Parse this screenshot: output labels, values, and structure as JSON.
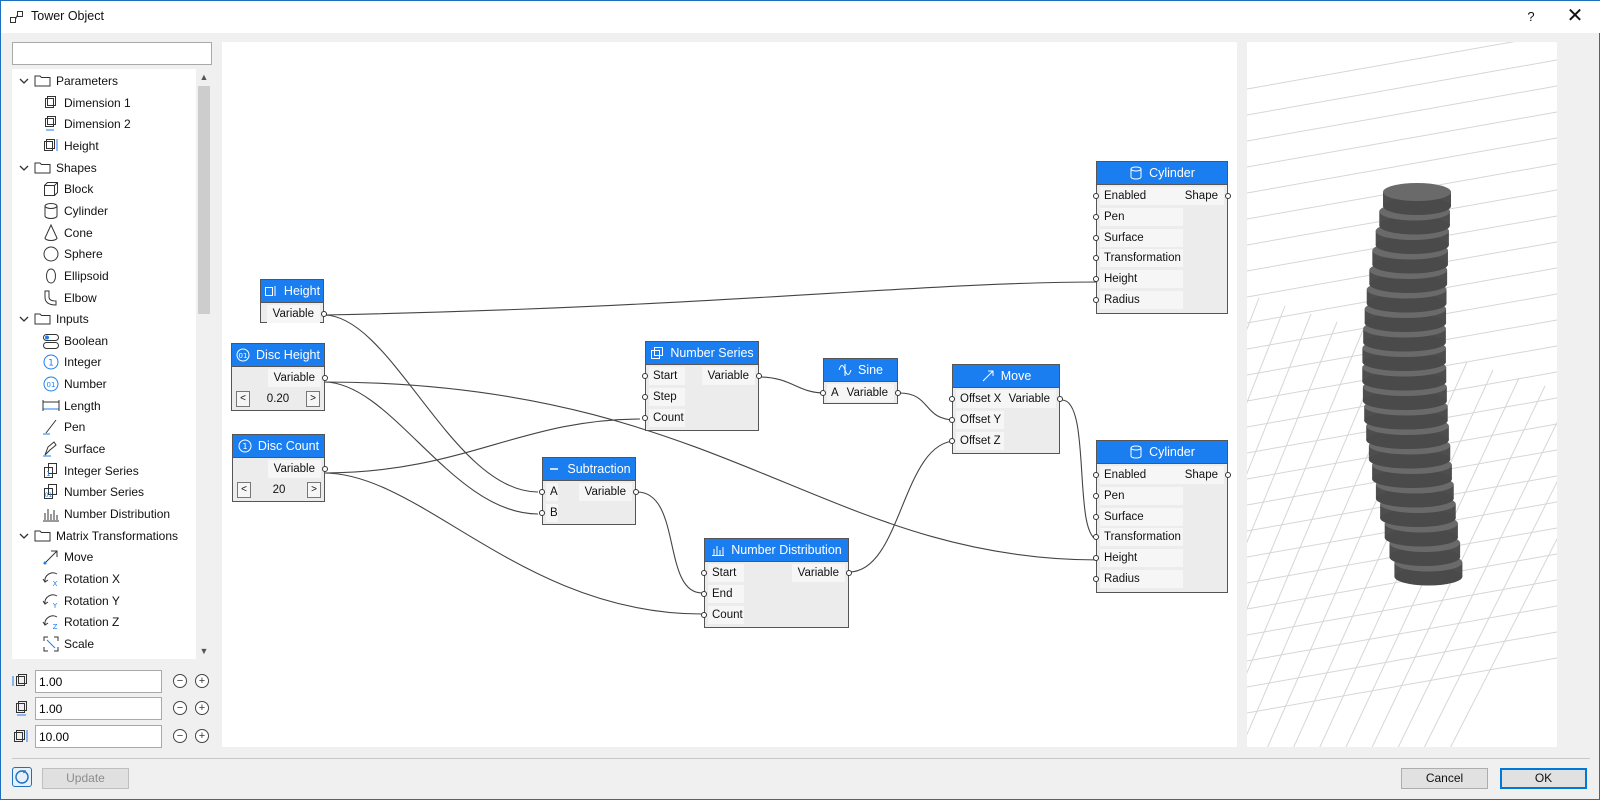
{
  "window": {
    "title": "Tower Object",
    "help_label": "?",
    "close_label": "✕"
  },
  "search": {
    "value": "",
    "placeholder": ""
  },
  "tree": [
    {
      "label": "Parameters",
      "type": "group",
      "icon": "folder-icon"
    },
    {
      "label": "Dimension 1",
      "type": "item",
      "icon": "dimension-1-icon"
    },
    {
      "label": "Dimension 2",
      "type": "item",
      "icon": "dimension-2-icon"
    },
    {
      "label": "Height",
      "type": "item",
      "icon": "height-icon"
    },
    {
      "label": "Shapes",
      "type": "group",
      "icon": "folder-icon"
    },
    {
      "label": "Block",
      "type": "item",
      "icon": "block-icon"
    },
    {
      "label": "Cylinder",
      "type": "item",
      "icon": "cylinder-icon"
    },
    {
      "label": "Cone",
      "type": "item",
      "icon": "cone-icon"
    },
    {
      "label": "Sphere",
      "type": "item",
      "icon": "sphere-icon"
    },
    {
      "label": "Ellipsoid",
      "type": "item",
      "icon": "ellipsoid-icon"
    },
    {
      "label": "Elbow",
      "type": "item",
      "icon": "elbow-icon"
    },
    {
      "label": "Inputs",
      "type": "group",
      "icon": "folder-icon"
    },
    {
      "label": "Boolean",
      "type": "item",
      "icon": "boolean-icon"
    },
    {
      "label": "Integer",
      "type": "item",
      "icon": "integer-icon"
    },
    {
      "label": "Number",
      "type": "item",
      "icon": "number-icon"
    },
    {
      "label": "Length",
      "type": "item",
      "icon": "length-icon"
    },
    {
      "label": "Pen",
      "type": "item",
      "icon": "pen-icon"
    },
    {
      "label": "Surface",
      "type": "item",
      "icon": "surface-icon"
    },
    {
      "label": "Integer Series",
      "type": "item",
      "icon": "integer-series-icon"
    },
    {
      "label": "Number Series",
      "type": "item",
      "icon": "number-series-icon"
    },
    {
      "label": "Number Distribution",
      "type": "item",
      "icon": "number-distribution-icon"
    },
    {
      "label": "Matrix Transformations",
      "type": "group",
      "icon": "folder-icon"
    },
    {
      "label": "Move",
      "type": "item",
      "icon": "move-icon"
    },
    {
      "label": "Rotation X",
      "type": "item",
      "icon": "rotation-x-icon"
    },
    {
      "label": "Rotation Y",
      "type": "item",
      "icon": "rotation-y-icon"
    },
    {
      "label": "Rotation Z",
      "type": "item",
      "icon": "rotation-z-icon"
    },
    {
      "label": "Scale",
      "type": "item",
      "icon": "scale-icon"
    }
  ],
  "params": [
    {
      "value": "1.00",
      "icon": "dimension-1-icon"
    },
    {
      "value": "1.00",
      "icon": "dimension-2-icon"
    },
    {
      "value": "10.00",
      "icon": "height-icon"
    }
  ],
  "nodes": {
    "height": {
      "title": "Height",
      "out": "Variable"
    },
    "disc_height": {
      "title": "Disc Height",
      "out": "Variable",
      "value": "0.20",
      "dec": "<",
      "inc": ">"
    },
    "disc_count": {
      "title": "Disc Count",
      "out": "Variable",
      "value": "20",
      "dec": "<",
      "inc": ">"
    },
    "subtraction": {
      "title": "Subtraction",
      "in": [
        "A",
        "B"
      ],
      "out": "Variable"
    },
    "number_series": {
      "title": "Number Series",
      "in": [
        "Start",
        "Step",
        "Count"
      ],
      "out": "Variable"
    },
    "sine": {
      "title": "Sine",
      "in": [
        "A"
      ],
      "out": "Variable"
    },
    "number_distribution": {
      "title": "Number Distribution",
      "in": [
        "Start",
        "End",
        "Count"
      ],
      "out": "Variable"
    },
    "move": {
      "title": "Move",
      "in": [
        "Offset X",
        "Offset Y",
        "Offset Z"
      ],
      "out": "Variable"
    },
    "cylinder_top": {
      "title": "Cylinder",
      "in": [
        "Enabled",
        "Pen",
        "Surface",
        "Transformation",
        "Height",
        "Radius"
      ],
      "out": "Shape"
    },
    "cylinder_bottom": {
      "title": "Cylinder",
      "in": [
        "Enabled",
        "Pen",
        "Surface",
        "Transformation",
        "Height",
        "Radius"
      ],
      "out": "Shape"
    }
  },
  "footer": {
    "update_label": "Update",
    "cancel_label": "Cancel",
    "ok_label": "OK"
  },
  "colors": {
    "accent": "#1a7ef0",
    "node_body": "#ececec",
    "model": "#5a5a5a"
  }
}
